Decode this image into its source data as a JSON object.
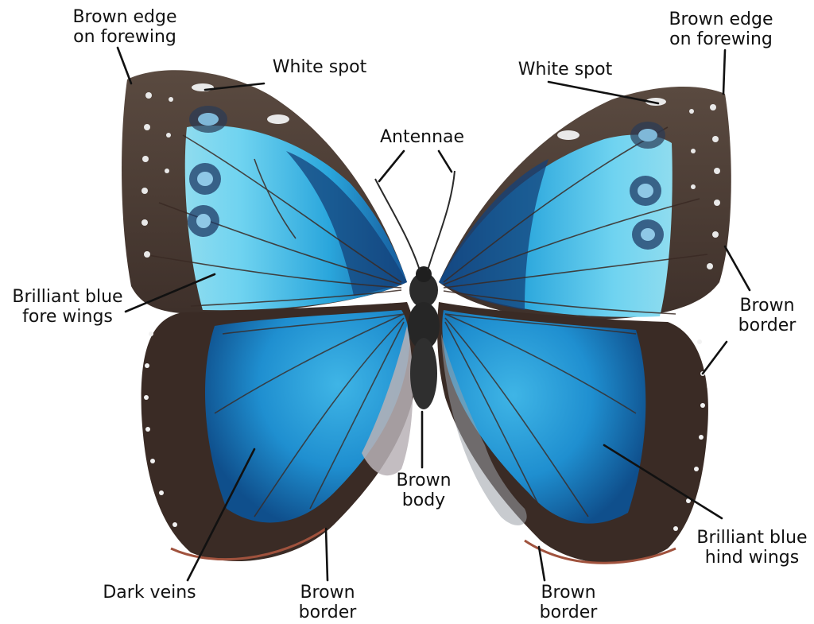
{
  "colors": {
    "background": "#ffffff",
    "wing_blue_light": "#6fd3f0",
    "wing_blue_mid": "#2aa6dc",
    "wing_blue_deep": "#1565a8",
    "wing_brown": "#4a3a32",
    "wing_brown_dark": "#2a1f1a",
    "body": "#2b2b2b",
    "label_text": "#111111"
  },
  "labels": {
    "brown_edge_left": [
      "Brown edge",
      "on forewing"
    ],
    "brown_edge_right": [
      "Brown edge",
      "on forewing"
    ],
    "white_spot_left": "White spot",
    "white_spot_right": "White spot",
    "antennae": "Antennae",
    "brilliant_blue_fore": [
      "Brilliant blue",
      "fore wings"
    ],
    "brown_border_right_upper": [
      "Brown",
      "border"
    ],
    "brown_body": [
      "Brown",
      "body"
    ],
    "brilliant_blue_hind": [
      "Brilliant blue",
      "hind wings"
    ],
    "dark_veins": "Dark veins",
    "brown_border_bottom_left": [
      "Brown",
      "border"
    ],
    "brown_border_bottom_right": [
      "Brown",
      "border"
    ]
  }
}
